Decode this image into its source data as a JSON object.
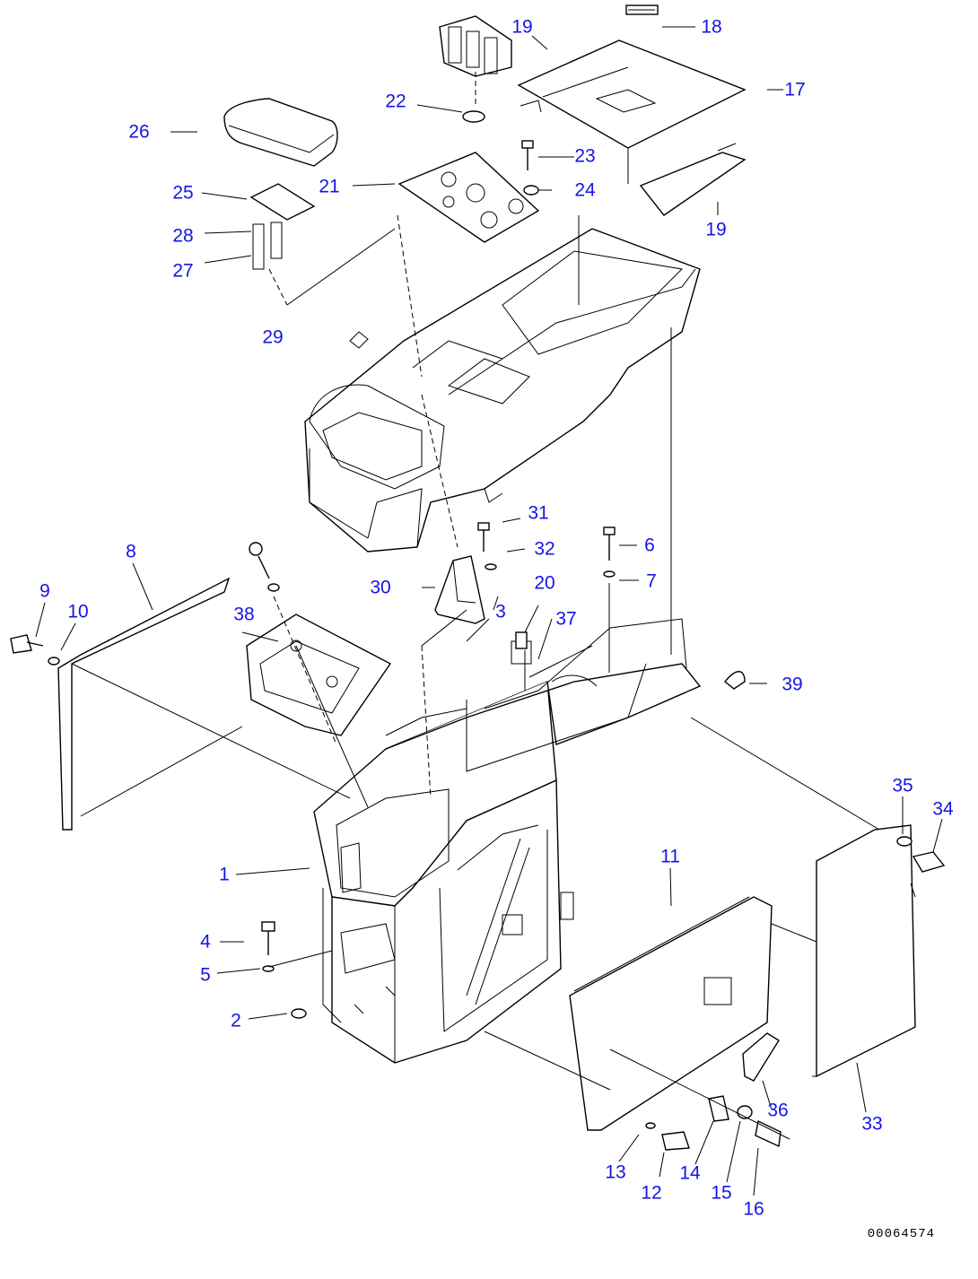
{
  "drawing_code": "00064574",
  "colors": {
    "callout": "#1515e6",
    "line": "#000000",
    "background": "#ffffff"
  },
  "callouts": [
    {
      "id": "1",
      "label": "1"
    },
    {
      "id": "2",
      "label": "2"
    },
    {
      "id": "3",
      "label": "3"
    },
    {
      "id": "4",
      "label": "4"
    },
    {
      "id": "5",
      "label": "5"
    },
    {
      "id": "6",
      "label": "6"
    },
    {
      "id": "7",
      "label": "7"
    },
    {
      "id": "8",
      "label": "8"
    },
    {
      "id": "9",
      "label": "9"
    },
    {
      "id": "10",
      "label": "10"
    },
    {
      "id": "11",
      "label": "11"
    },
    {
      "id": "12",
      "label": "12"
    },
    {
      "id": "13",
      "label": "13"
    },
    {
      "id": "14",
      "label": "14"
    },
    {
      "id": "15",
      "label": "15"
    },
    {
      "id": "16",
      "label": "16"
    },
    {
      "id": "17",
      "label": "17"
    },
    {
      "id": "18",
      "label": "18"
    },
    {
      "id": "19a",
      "label": "19"
    },
    {
      "id": "19b",
      "label": "19"
    },
    {
      "id": "20",
      "label": "20"
    },
    {
      "id": "21",
      "label": "21"
    },
    {
      "id": "22",
      "label": "22"
    },
    {
      "id": "23",
      "label": "23"
    },
    {
      "id": "24",
      "label": "24"
    },
    {
      "id": "25",
      "label": "25"
    },
    {
      "id": "26",
      "label": "26"
    },
    {
      "id": "27",
      "label": "27"
    },
    {
      "id": "28",
      "label": "28"
    },
    {
      "id": "29",
      "label": "29"
    },
    {
      "id": "30",
      "label": "30"
    },
    {
      "id": "31",
      "label": "31"
    },
    {
      "id": "32",
      "label": "32"
    },
    {
      "id": "33",
      "label": "33"
    },
    {
      "id": "34",
      "label": "34"
    },
    {
      "id": "35",
      "label": "35"
    },
    {
      "id": "36",
      "label": "36"
    },
    {
      "id": "37",
      "label": "37"
    },
    {
      "id": "38",
      "label": "38"
    },
    {
      "id": "39",
      "label": "39"
    }
  ]
}
